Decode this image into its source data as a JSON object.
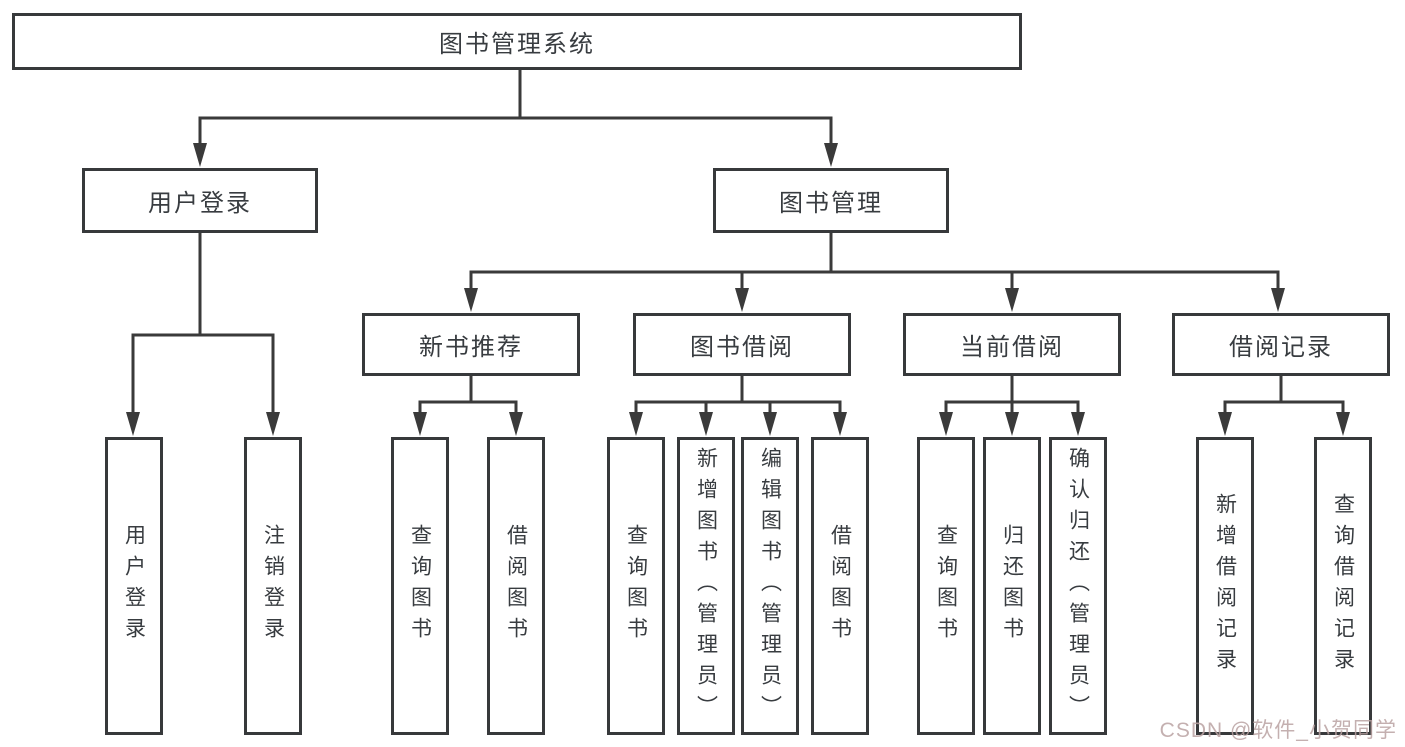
{
  "diagram": {
    "root": {
      "label": "图书管理系统"
    },
    "level1": [
      {
        "label": "用户登录"
      },
      {
        "label": "图书管理"
      }
    ],
    "level2": [
      {
        "label": "新书推荐"
      },
      {
        "label": "图书借阅"
      },
      {
        "label": "当前借阅"
      },
      {
        "label": "借阅记录"
      }
    ],
    "leaves": [
      {
        "label": "用户登录"
      },
      {
        "label": "注销登录"
      },
      {
        "label": "查询图书"
      },
      {
        "label": "借阅图书"
      },
      {
        "label": "查询图书"
      },
      {
        "label": "新增图书（管理员）"
      },
      {
        "label": "编辑图书（管理员）"
      },
      {
        "label": "借阅图书"
      },
      {
        "label": "查询图书"
      },
      {
        "label": "归还图书"
      },
      {
        "label": "确认归还（管理员）"
      },
      {
        "label": "新增借阅记录"
      },
      {
        "label": "查询借阅记录"
      }
    ],
    "watermark": "CSDN @软件_小贺同学",
    "colors": {
      "line": "#3a3a3a",
      "border": "#37393b",
      "text": "#383c40",
      "watermark": "#baa2a2",
      "background": "#ffffff"
    }
  }
}
